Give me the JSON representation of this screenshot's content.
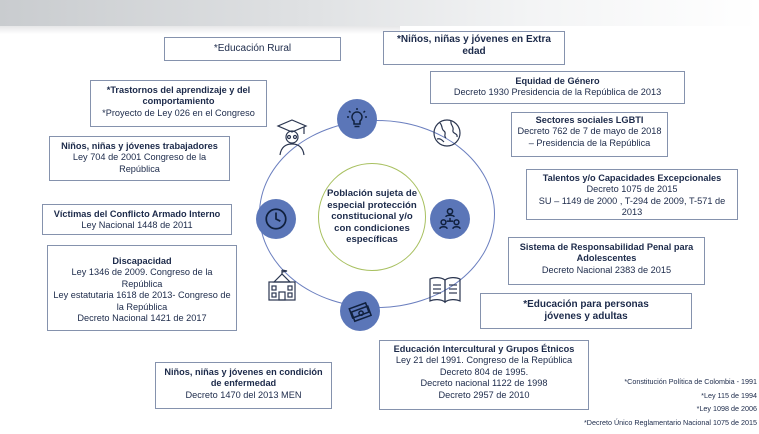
{
  "center": {
    "label": "Población sujeta de especial protección constitucional y/o con condiciones específicas"
  },
  "boxes": {
    "educacion_rural": {
      "title": "*Educación Rural"
    },
    "extra_edad": {
      "title": "*Niños, niñas y jóvenes en Extra edad"
    },
    "trastornos": {
      "title": "*Trastornos del aprendizaje y del comportamiento",
      "detail": "*Proyecto de Ley 026 en el Congreso"
    },
    "equidad_genero": {
      "title": "Equidad de Género",
      "detail": "Decreto 1930 Presidencia de la República de 2013"
    },
    "trabajadores": {
      "title": "Niños, niñas y jóvenes trabajadores",
      "detail": "Ley 704 de 2001 Congreso de la República"
    },
    "lgbti": {
      "title": "Sectores sociales LGBTI",
      "detail": "Decreto 762 de 7 de mayo de 2018 – Presidencia de la República"
    },
    "talentos": {
      "title": "Talentos y/o Capacidades Excepcionales",
      "detail1": "Decreto 1075 de 2015",
      "detail2": "SU – 1149 de 2000 , T-294 de 2009, T-571 de 2013"
    },
    "victimas": {
      "title": "Víctimas del Conflicto Armado Interno",
      "detail": "Ley Nacional 1448 de 2011"
    },
    "responsabilidad_penal": {
      "title": "Sistema de Responsabilidad Penal para Adolescentes",
      "detail": "Decreto Nacional 2383 de 2015"
    },
    "discapacidad": {
      "title": "Discapacidad",
      "detail1": "Ley 1346 de 2009. Congreso de la República",
      "detail2": "Ley estatutaria 1618 de 2013- Congreso de la República",
      "detail3": "Decreto Nacional 1421 de 2017"
    },
    "adultos": {
      "title": "*Educación para personas jóvenes y adultas"
    },
    "intercultural": {
      "title": "Educación Intercultural y Grupos Étnicos",
      "detail1": "Ley 21 del 1991. Congreso de la República",
      "detail2": "Decreto 804 de 1995.",
      "detail3": "Decreto nacional 1122 de 1998",
      "detail4": "Decreto 2957 de 2010"
    },
    "enfermedad": {
      "title": "Niños, niñas y jóvenes en condición de enfermedad",
      "detail": "Decreto 1470 del 2013 MEN"
    }
  },
  "footnotes": [
    "*Constitución Política de Colombia - 1991",
    "*Ley 115 de 1994",
    "*Ley 1098 de 2006",
    "*Decreto Único Reglamentario Nacional 1075 de 2015"
  ],
  "icons": [
    "lightbulb-icon",
    "clock-icon",
    "people-network-icon",
    "money-icon",
    "graduate-icon",
    "globe-icon",
    "book-icon",
    "school-building-icon"
  ],
  "colors": {
    "node": "#5b76b8",
    "ring": "#6b7fbf",
    "center_border": "#a8c060",
    "box_border": "#8592ad",
    "text": "#1c2a4a"
  }
}
